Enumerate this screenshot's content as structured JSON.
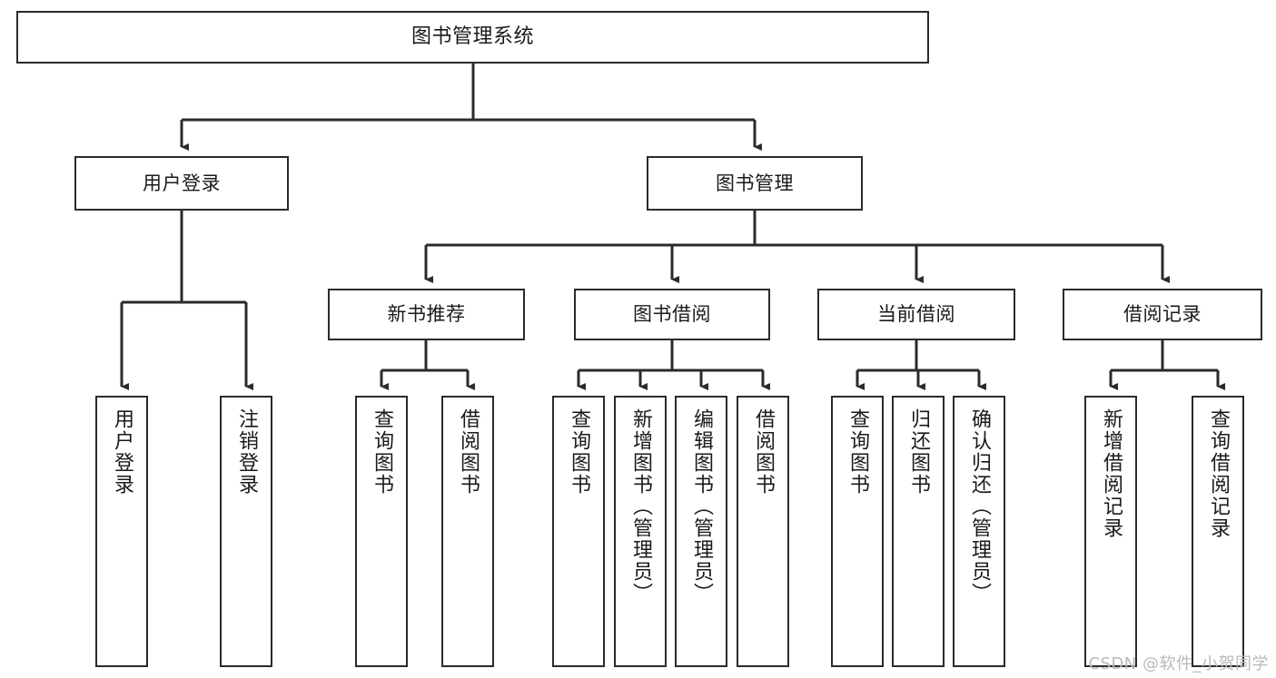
{
  "diagram": {
    "title": "图书管理系统",
    "type": "tree",
    "watermark": "CSDN @软件_小贺同学",
    "colors": {
      "stroke": "#2b2b2b",
      "fill": "#ffffff",
      "text": "#1a1a1a",
      "watermark": "#b9b9b9"
    },
    "nodes": {
      "root": {
        "label": "图书管理系统"
      },
      "level1": [
        {
          "id": "user-login",
          "label": "用户登录"
        },
        {
          "id": "book-management",
          "label": "图书管理"
        }
      ],
      "level2": [
        {
          "id": "new-book-recommend",
          "label": "新书推荐",
          "parent": "book-management"
        },
        {
          "id": "book-borrow",
          "label": "图书借阅",
          "parent": "book-management"
        },
        {
          "id": "current-borrow",
          "label": "当前借阅",
          "parent": "book-management"
        },
        {
          "id": "borrow-record",
          "label": "借阅记录",
          "parent": "book-management"
        }
      ],
      "leaves": [
        {
          "id": "leaf-user-login",
          "label": "用户登录",
          "parent": "user-login"
        },
        {
          "id": "leaf-logout",
          "label": "注销登录",
          "parent": "user-login"
        },
        {
          "id": "leaf-query-book-1",
          "label": "查询图书",
          "parent": "new-book-recommend"
        },
        {
          "id": "leaf-borrow-book-1",
          "label": "借阅图书",
          "parent": "new-book-recommend"
        },
        {
          "id": "leaf-query-book-2",
          "label": "查询图书",
          "parent": "book-borrow"
        },
        {
          "id": "leaf-add-book",
          "label": "新增图书（管理员）",
          "parent": "book-borrow"
        },
        {
          "id": "leaf-edit-book",
          "label": "编辑图书（管理员）",
          "parent": "book-borrow"
        },
        {
          "id": "leaf-borrow-book-2",
          "label": "借阅图书",
          "parent": "book-borrow"
        },
        {
          "id": "leaf-query-book-3",
          "label": "查询图书",
          "parent": "current-borrow"
        },
        {
          "id": "leaf-return-book",
          "label": "归还图书",
          "parent": "current-borrow"
        },
        {
          "id": "leaf-confirm-return",
          "label": "确认归还（管理员）",
          "parent": "current-borrow"
        },
        {
          "id": "leaf-add-record",
          "label": "新增借阅记录",
          "parent": "borrow-record"
        },
        {
          "id": "leaf-query-record",
          "label": "查询借阅记录",
          "parent": "borrow-record"
        }
      ]
    }
  }
}
